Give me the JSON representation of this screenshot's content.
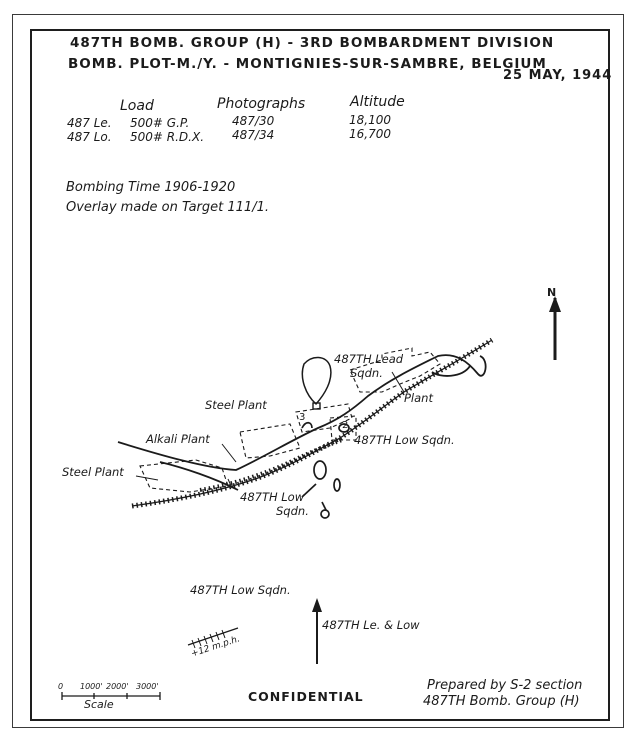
{
  "header": {
    "line1": "487TH BOMB. GROUP (H) - 3RD BOMBARDMENT DIVISION",
    "line2": "BOMB. PLOT-M./Y. - MONTIGNIES-SUR-SAMBRE, BELGIUM",
    "date": "25 MAY, 1944"
  },
  "table": {
    "headers": [
      "Load",
      "Photographs",
      "Altitude"
    ],
    "rows": [
      {
        "unit": "487 Le.",
        "load": "500# G.P.",
        "photos": "487/30",
        "altitude": "18,100"
      },
      {
        "unit": "487 Lo.",
        "load": "500# R.D.X.",
        "photos": "487/34",
        "altitude": "16,700"
      }
    ]
  },
  "notes": {
    "bombing_time": "Bombing Time 1906-1920",
    "overlay": "Overlay made on Target 111/1."
  },
  "map_labels": {
    "north": "N",
    "lead_sqdn_1": "487TH Lead",
    "lead_sqdn_2": "Sqdn.",
    "plant": "Plant",
    "steel_plant_1": "Steel Plant",
    "num_3": "3",
    "num_2": "2",
    "low_sqdn_a": "487TH Low Sqdn.",
    "alkali_plant": "Alkali Plant",
    "steel_plant_2": "Steel Plant",
    "low_sqdn_b1": "487TH Low",
    "low_sqdn_b2": "Sqdn.",
    "low_sqdn_c": "487TH Low Sqdn.",
    "wind": "+12 m.p.h.",
    "le_lo": "487TH Le. & Low"
  },
  "scale": {
    "ticks": [
      "0",
      "1000'",
      "2000'",
      "3000'"
    ],
    "label": "Scale"
  },
  "footer": {
    "classification": "CONFIDENTIAL",
    "prepared_1": "Prepared by S-2 section",
    "prepared_2": "487TH Bomb. Group (H)"
  },
  "colors": {
    "ink": "#1b1b1b",
    "paper": "#ffffff"
  }
}
